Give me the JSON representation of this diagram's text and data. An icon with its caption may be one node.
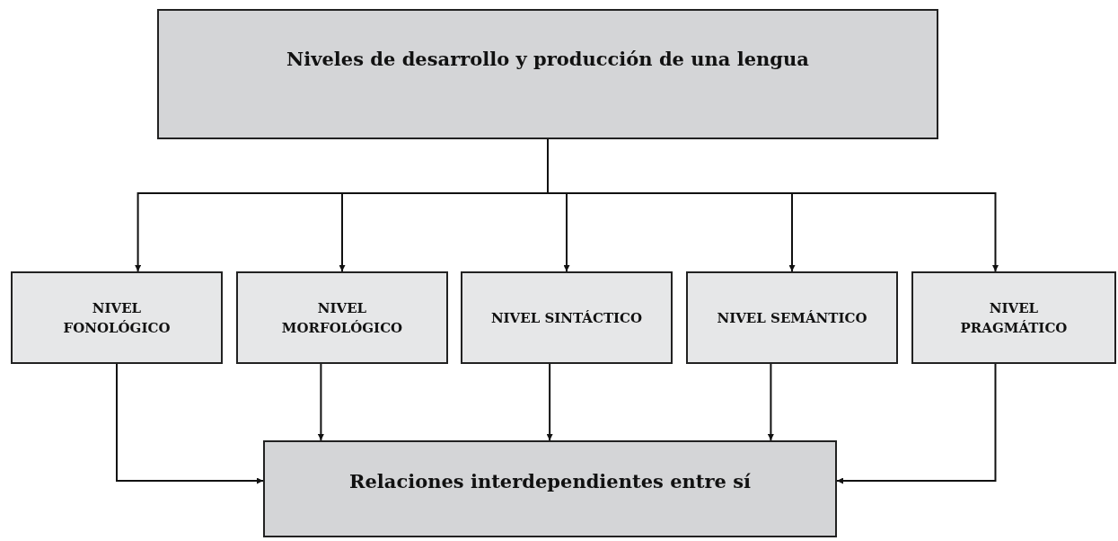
{
  "diagram": {
    "nodes": [
      {
        "text": [
          "Niveles de desarrollo y producción de una lengua"
        ]
      },
      {
        "text": [
          "NIVEL FONOLÓGICO"
        ]
      },
      {
        "text": [
          "NIVEL MORFOLÓGICO"
        ]
      },
      {
        "text": [
          "NIVEL SINTÁCTICO"
        ]
      },
      {
        "text": [
          "NIVEL SEMÁNTICO"
        ]
      },
      {
        "text": [
          "NIVEL PRAGMÁTICO"
        ]
      },
      {
        "text": [
          "Relaciones interdependientes entre sí"
        ]
      }
    ],
    "edges": [
      {
        "from": 0,
        "to": 1,
        "arrow": "to"
      },
      {
        "from": 0,
        "to": 2,
        "arrow": "to"
      },
      {
        "from": 0,
        "to": 3,
        "arrow": "to"
      },
      {
        "from": 0,
        "to": 4,
        "arrow": "to"
      },
      {
        "from": 0,
        "to": 5,
        "arrow": "to"
      },
      {
        "from": 1,
        "to": 6,
        "arrow": "to"
      },
      {
        "from": 2,
        "to": 6,
        "arrow": "to"
      },
      {
        "from": 3,
        "to": 6,
        "arrow": "to"
      },
      {
        "from": 4,
        "to": 6,
        "arrow": "to"
      },
      {
        "from": 5,
        "to": 6,
        "arrow": "to"
      }
    ]
  }
}
